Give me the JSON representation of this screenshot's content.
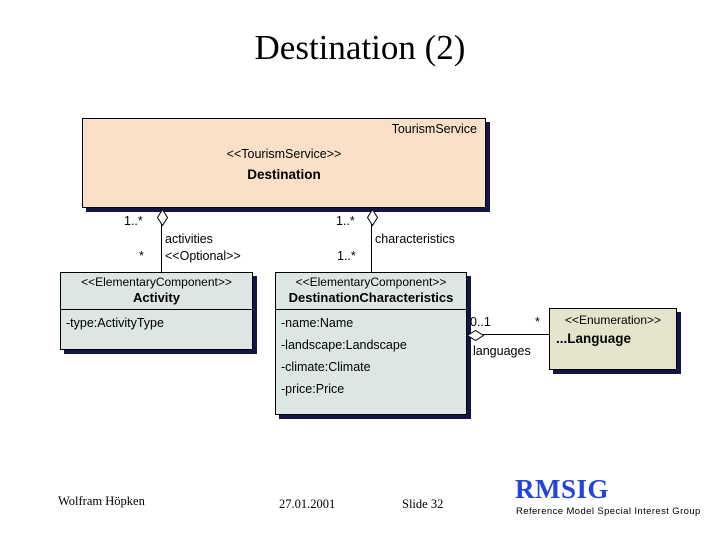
{
  "slide": {
    "title": "Destination (2)"
  },
  "diagram": {
    "classes": {
      "destination": {
        "owner_label": "TourismService",
        "stereotype": "<<TourismService>>",
        "name": "Destination",
        "fill": "#fae0c8"
      },
      "activity": {
        "stereotype": "<<ElementaryComponent>>",
        "name": "Activity",
        "attributes": [
          "-type:ActivityType"
        ],
        "fill": "#dce6e4"
      },
      "characteristics": {
        "stereotype": "<<ElementaryComponent>>",
        "name": "DestinationCharacteristics",
        "attributes": [
          "-name:Name",
          "-landscape:Landscape",
          "-climate:Climate",
          "-price:Price"
        ],
        "fill": "#dce6e4"
      },
      "language": {
        "stereotype": "<<Enumeration>>",
        "name": "...Language",
        "fill": "#e4e4cc"
      }
    },
    "associations": {
      "activities": {
        "source_multiplicity": "1..*",
        "target_multiplicity": "*",
        "role": "activities",
        "stereotype": "<<Optional>>"
      },
      "characteristics": {
        "source_multiplicity": "1..*",
        "target_multiplicity": "1..*",
        "role": "characteristics"
      },
      "languages": {
        "source_multiplicity": "0..1",
        "target_multiplicity": "*",
        "role": "languages"
      }
    }
  },
  "footer": {
    "author": "Wolfram Höpken",
    "date": "27.01.2001",
    "slide_number": "Slide 32",
    "logo": "RMSIG",
    "logo_subtitle": "Reference Model Special Interest Group",
    "logo_color": "#2244dd"
  }
}
